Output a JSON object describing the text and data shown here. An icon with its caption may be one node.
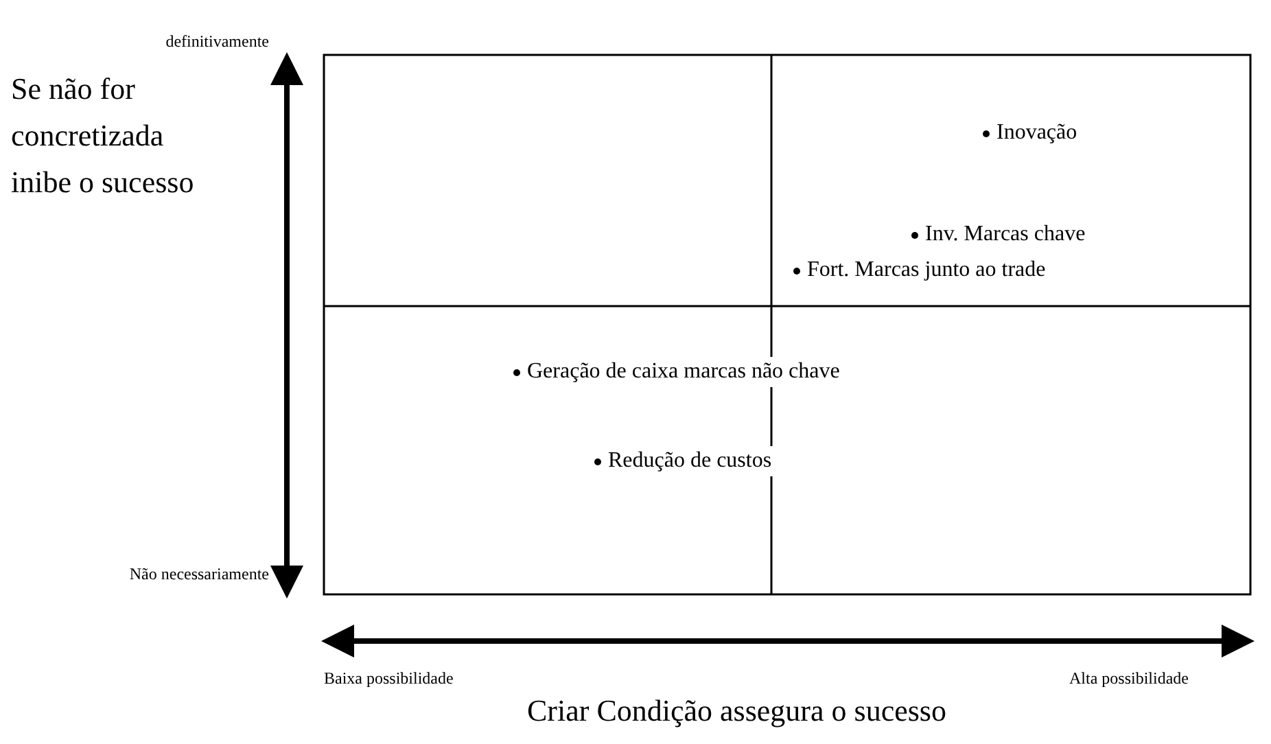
{
  "diagram": {
    "labels": [
      "definitivamente",
      "Se não for concretizada inibe o sucesso",
      "Inovação",
      "Inv. Marcas chave",
      "Fort. Marcas junto ao trade",
      "Geração de caixa marcas não chave",
      "Redução de custos",
      "Não necessariamente",
      "Baixa possibilidade",
      "Alta possibilidade",
      "Criar Condição assegura o sucesso"
    ]
  }
}
